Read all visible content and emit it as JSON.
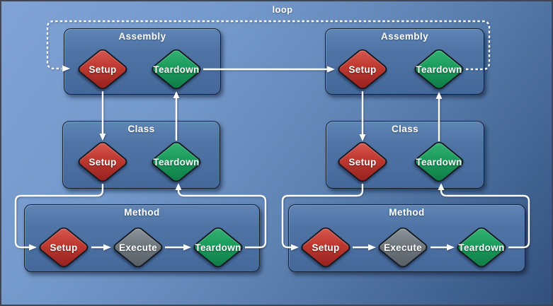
{
  "loop_label": "loop",
  "columns": {
    "left": {
      "assembly": {
        "title": "Assembly",
        "setup": "Setup",
        "teardown": "Teardown"
      },
      "class": {
        "title": "Class",
        "setup": "Setup",
        "teardown": "Teardown"
      },
      "method": {
        "title": "Method",
        "setup": "Setup",
        "execute": "Execute",
        "teardown": "Teardown"
      }
    },
    "right": {
      "assembly": {
        "title": "Assembly",
        "setup": "Setup",
        "teardown": "Teardown"
      },
      "class": {
        "title": "Class",
        "setup": "Setup",
        "teardown": "Teardown"
      },
      "method": {
        "title": "Method",
        "setup": "Setup",
        "execute": "Execute",
        "teardown": "Teardown"
      }
    }
  },
  "colors": {
    "background_top_left": "#81a3d6",
    "background_bottom_right": "#32507c",
    "container_fill": "#4f74a5",
    "container_border": "#18222f",
    "setup_fill": "#c03a31",
    "teardown_fill": "#1a9c5c",
    "execute_fill": "#6f777e",
    "connector": "#ffffff",
    "label_text": "#ffffff"
  }
}
